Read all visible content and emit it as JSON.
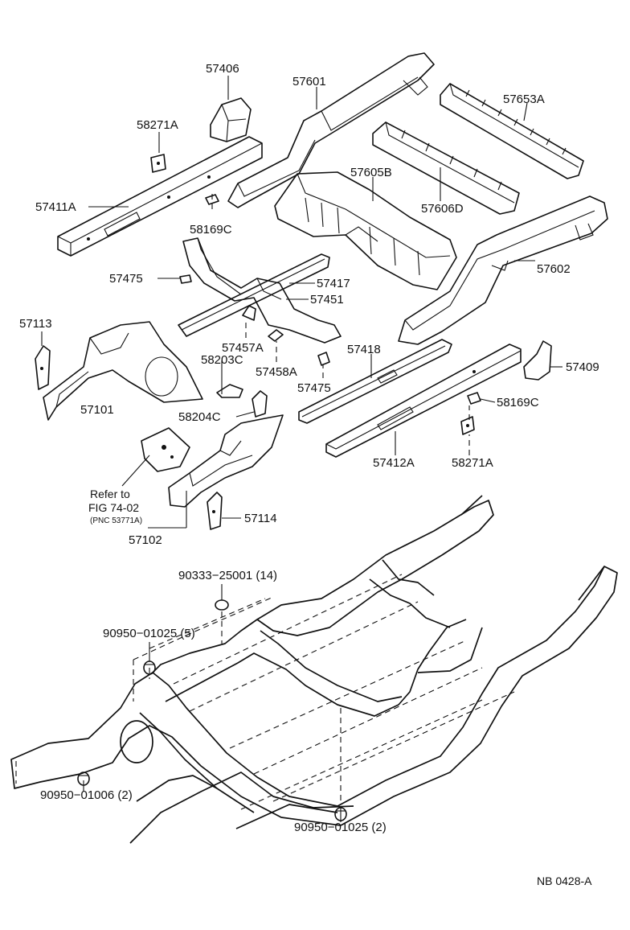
{
  "labels": {
    "p57406": "57406",
    "p57601": "57601",
    "p57653A": "57653A",
    "p58271A_top": "58271A",
    "p57605B": "57605B",
    "p57411A": "57411A",
    "p57606D": "57606D",
    "p58169C_top": "58169C",
    "p57602": "57602",
    "p57475_left": "57475",
    "p57417": "57417",
    "p57451": "57451",
    "p57113": "57113",
    "p57457A": "57457A",
    "p58203C": "58203C",
    "p57418": "57418",
    "p57458A": "57458A",
    "p57409": "57409",
    "p57475_mid": "57475",
    "p57101": "57101",
    "p58169C_right": "58169C",
    "p58204C": "58204C",
    "p57412A": "57412A",
    "p58271A_right": "58271A",
    "p57114": "57114",
    "p57102": "57102",
    "p90333": "90333−25001 (14)",
    "p90950_01025_5": "90950−01025 (5)",
    "p90950_01006_2": "90950−01006 (2)",
    "p90950_01025_2": "90950−01025 (2)"
  },
  "refer": {
    "line1": "Refer to",
    "line2": "FIG 74-02",
    "line3": "(PNC 53771A)"
  },
  "figure_id": "NB 0428-A"
}
